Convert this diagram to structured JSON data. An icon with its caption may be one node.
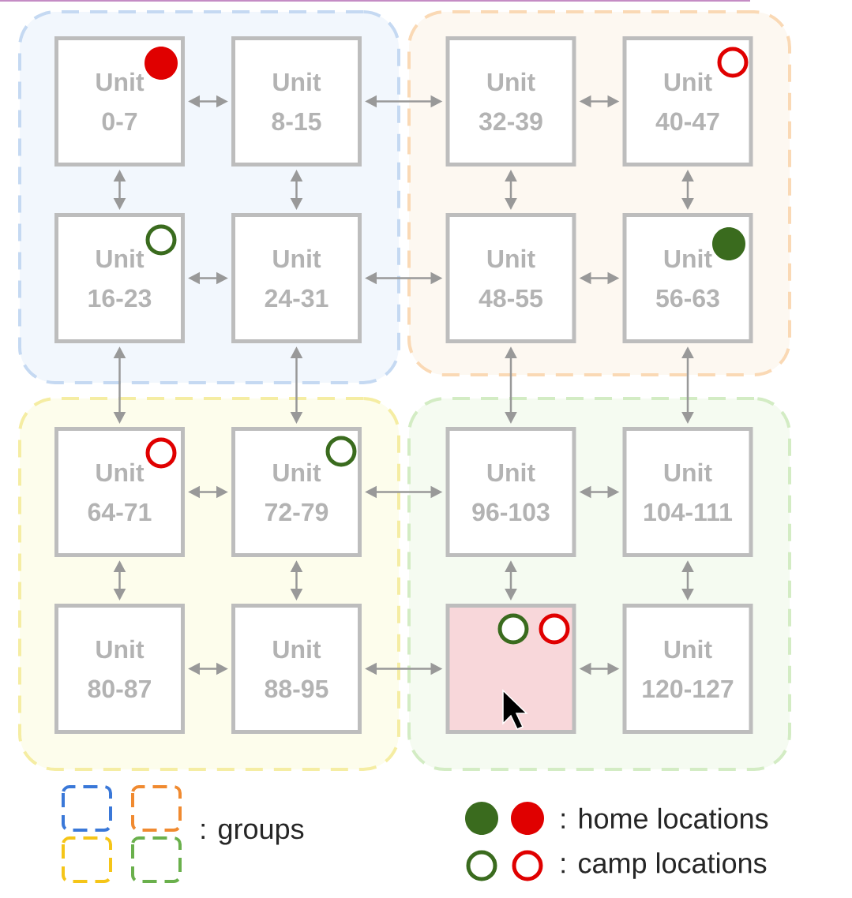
{
  "diagram": {
    "nodes": [
      {
        "text": [],
        "shape": "box"
      },
      {
        "text": [],
        "shape": "box"
      },
      {
        "text": [],
        "shape": "box"
      },
      {
        "text": [],
        "shape": "box"
      },
      {
        "text": [
          "Unit 0-7"
        ],
        "in": 0
      },
      {
        "text": [
          "Unit 8-15"
        ],
        "in": 0
      },
      {
        "text": [
          "Unit 32-39"
        ],
        "in": 1
      },
      {
        "text": [
          "Unit 40-47"
        ],
        "in": 1
      },
      {
        "text": [
          "Unit 16-23"
        ],
        "in": 0
      },
      {
        "text": [
          "Unit 24-31"
        ],
        "in": 0
      },
      {
        "text": [
          "Unit 48-55"
        ],
        "in": 1
      },
      {
        "text": [
          "Unit 56-63"
        ],
        "in": 1
      },
      {
        "text": [
          "Unit 64-71"
        ],
        "in": 2
      },
      {
        "text": [
          "Unit 72-79"
        ],
        "in": 2
      },
      {
        "text": [
          "Unit 96-103"
        ],
        "in": 3
      },
      {
        "text": [
          "Unit 104-111"
        ],
        "in": 3
      },
      {
        "text": [
          "Unit 80-87"
        ],
        "in": 2
      },
      {
        "text": [
          "Unit 88-95"
        ],
        "in": 2
      },
      {
        "text": [],
        "shape": "box",
        "in": 3
      },
      {
        "text": [
          "Unit 120-127"
        ],
        "in": 3
      }
    ],
    "edges": [
      {
        "from": 4,
        "to": 5,
        "arrow": "both"
      },
      {
        "from": 5,
        "to": 6,
        "arrow": "both"
      },
      {
        "from": 6,
        "to": 7,
        "arrow": "both"
      },
      {
        "from": 8,
        "to": 9,
        "arrow": "both"
      },
      {
        "from": 9,
        "to": 10,
        "arrow": "both"
      },
      {
        "from": 10,
        "to": 11,
        "arrow": "both"
      },
      {
        "from": 12,
        "to": 13,
        "arrow": "both"
      },
      {
        "from": 13,
        "to": 14,
        "arrow": "both"
      },
      {
        "from": 14,
        "to": 15,
        "arrow": "both"
      },
      {
        "from": 16,
        "to": 17,
        "arrow": "both"
      },
      {
        "from": 17,
        "to": 18,
        "arrow": "both"
      },
      {
        "from": 18,
        "to": 19,
        "arrow": "both"
      },
      {
        "from": 4,
        "to": 8,
        "arrow": "both"
      },
      {
        "from": 8,
        "to": 12,
        "arrow": "both"
      },
      {
        "from": 12,
        "to": 16,
        "arrow": "both"
      },
      {
        "from": 5,
        "to": 9,
        "arrow": "both"
      },
      {
        "from": 9,
        "to": 13,
        "arrow": "both"
      },
      {
        "from": 13,
        "to": 17,
        "arrow": "both"
      },
      {
        "from": 6,
        "to": 10,
        "arrow": "both"
      },
      {
        "from": 10,
        "to": 14,
        "arrow": "both"
      },
      {
        "from": 14,
        "to": 18,
        "arrow": "both"
      },
      {
        "from": 7,
        "to": 11,
        "arrow": "both"
      },
      {
        "from": 11,
        "to": 15,
        "arrow": "both"
      },
      {
        "from": 15,
        "to": 19,
        "arrow": "both"
      }
    ],
    "legend": [
      {
        "text": ": groups"
      },
      {
        "text": ": home locations"
      },
      {
        "text": ": camp locations"
      }
    ]
  }
}
